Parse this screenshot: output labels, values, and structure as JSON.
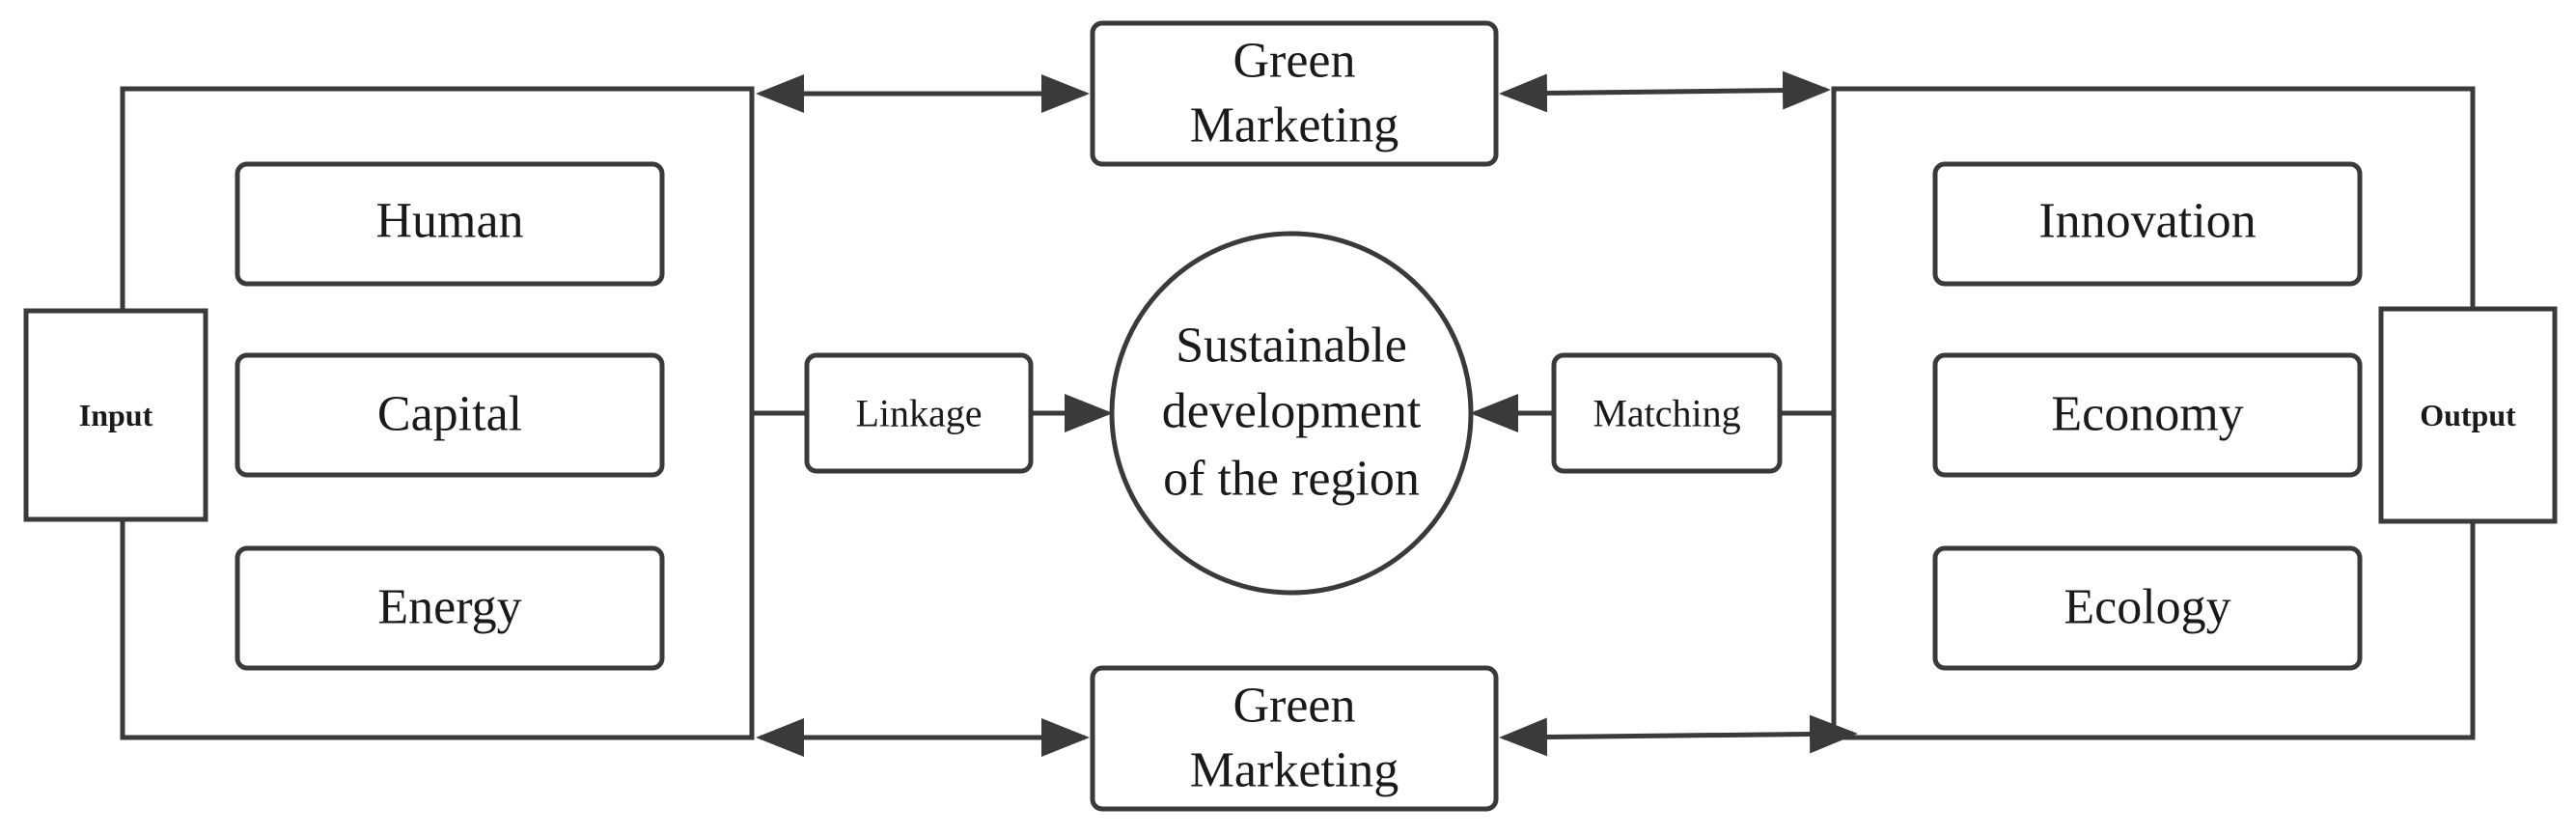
{
  "top_node": {
    "lines": [
      "Green",
      "Marketing"
    ]
  },
  "bottom_node": {
    "lines": [
      "Green",
      "Marketing"
    ]
  },
  "center_node": {
    "lines": [
      "Sustainable",
      "development",
      "of the region"
    ]
  },
  "left_group": {
    "tag": "Input",
    "items": [
      "Human",
      "Capital",
      "Energy"
    ]
  },
  "right_group": {
    "tag": "Output",
    "items": [
      "Innovation",
      "Economy",
      "Ecology"
    ]
  },
  "left_connector": "Linkage",
  "right_connector": "Matching",
  "colors": {
    "stroke": "#3a3a3a",
    "text": "#1a1a1a",
    "background": "#ffffff"
  }
}
